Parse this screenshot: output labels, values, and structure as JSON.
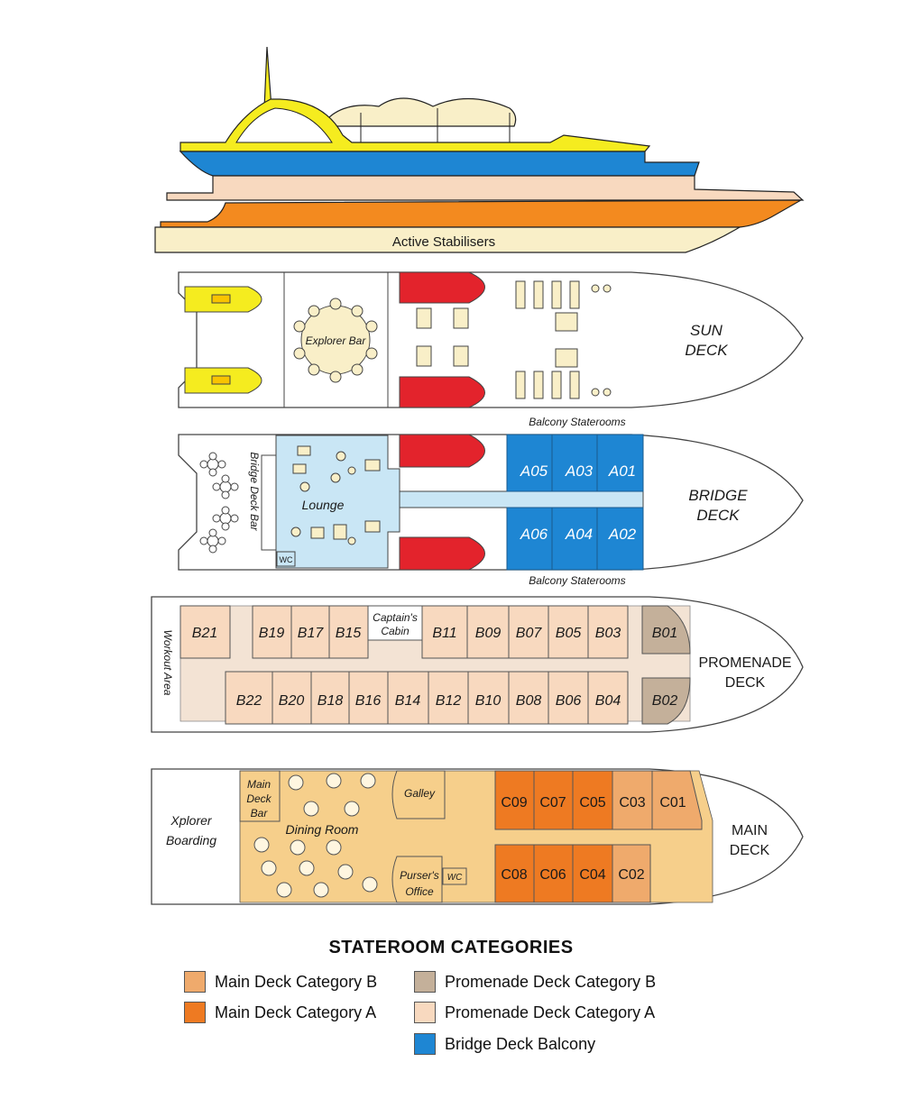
{
  "profile": {
    "label": "Active Stabilisers"
  },
  "sun_deck": {
    "deck_line1": "SUN",
    "deck_line2": "DECK",
    "bar": "Explorer Bar",
    "balcony_label": "Balcony Staterooms"
  },
  "bridge_deck": {
    "deck_line1": "BRIDGE",
    "deck_line2": "DECK",
    "bar": "Bridge Deck Bar",
    "lounge": "Lounge",
    "wc": "WC",
    "balcony_label": "Balcony Staterooms",
    "cabins_top": [
      "A05",
      "A03",
      "A01"
    ],
    "cabins_bottom": [
      "A06",
      "A04",
      "A02"
    ]
  },
  "promenade_deck": {
    "deck_line1": "PROMENADE",
    "deck_line2": "DECK",
    "workout": "Workout Area",
    "captain_line1": "Captain's",
    "captain_line2": "Cabin",
    "cabins_top": [
      "B21",
      "B19",
      "B17",
      "B15",
      "B11",
      "B09",
      "B07",
      "B05",
      "B03",
      "B01"
    ],
    "cabins_bottom": [
      "B22",
      "B20",
      "B18",
      "B16",
      "B14",
      "B12",
      "B10",
      "B08",
      "B06",
      "B04",
      "B02"
    ]
  },
  "main_deck": {
    "deck_line1": "MAIN",
    "deck_line2": "DECK",
    "boarding_line1": "Xplorer",
    "boarding_line2": "Boarding",
    "bar_line1": "Main",
    "bar_line2": "Deck",
    "bar_line3": "Bar",
    "dining": "Dining Room",
    "galley": "Galley",
    "purser_line1": "Purser's",
    "purser_line2": "Office",
    "wc": "WC",
    "cabins_top": [
      "C09",
      "C07",
      "C05",
      "C03",
      "C01"
    ],
    "cabins_bottom": [
      "C08",
      "C06",
      "C04",
      "C02"
    ]
  },
  "legend": {
    "title": "STATEROOM CATEGORIES",
    "items": [
      {
        "label": "Main Deck Category B",
        "color": "#efaa6c"
      },
      {
        "label": "Main Deck Category A",
        "color": "#ee7a22"
      },
      {
        "label": "Promenade Deck Category B",
        "color": "#c4b09a"
      },
      {
        "label": "Promenade Deck Category A",
        "color": "#f8d9bf"
      },
      {
        "label": "Bridge Deck Balcony",
        "color": "#1e86d3"
      }
    ]
  },
  "colors": {
    "yellow": "#f5ec1f",
    "blue": "#1e86d3",
    "peach": "#f8d9bf",
    "orange": "#f38a1f",
    "cream": "#f9efc8",
    "red": "#e3232c",
    "lounge": "#c9e6f5",
    "corridor_promenade": "#f3e3d4",
    "main_floor": "#f6cf8b"
  }
}
